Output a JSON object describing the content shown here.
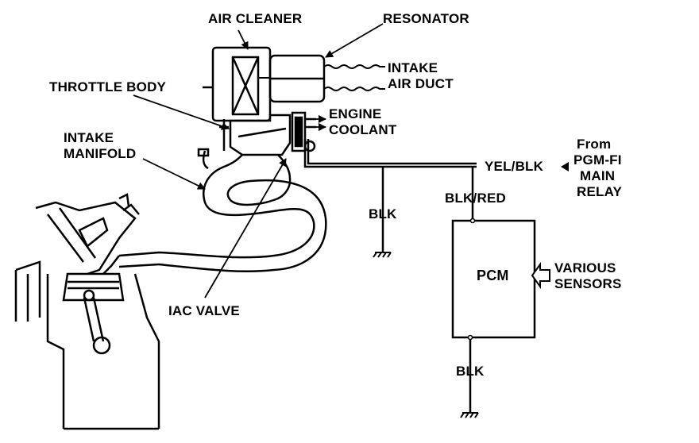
{
  "labels": {
    "air_cleaner": "AIR CLEANER",
    "resonator": "RESONATOR",
    "intake_air_duct_1": "INTAKE",
    "intake_air_duct_2": "AIR DUCT",
    "throttle_body": "THROTTLE BODY",
    "engine_coolant_1": "ENGINE",
    "engine_coolant_2": "COOLANT",
    "intake_manifold_1": "INTAKE",
    "intake_manifold_2": "MANIFOLD",
    "from_pgmfi_1": "From",
    "from_pgmfi_2": "PGM-FI",
    "from_pgmfi_3": "MAIN",
    "from_pgmfi_4": "RELAY",
    "yel_blk": "YEL/BLK",
    "blk_red": "BLK/RED",
    "blk_ground_1": "BLK",
    "pcm": "PCM",
    "various_sensors_1": "VARIOUS",
    "various_sensors_2": "SENSORS",
    "iac_valve": "IAC VALVE",
    "blk_ground_2": "BLK"
  },
  "colors": {
    "ink": "#000000",
    "paper": "#ffffff"
  }
}
